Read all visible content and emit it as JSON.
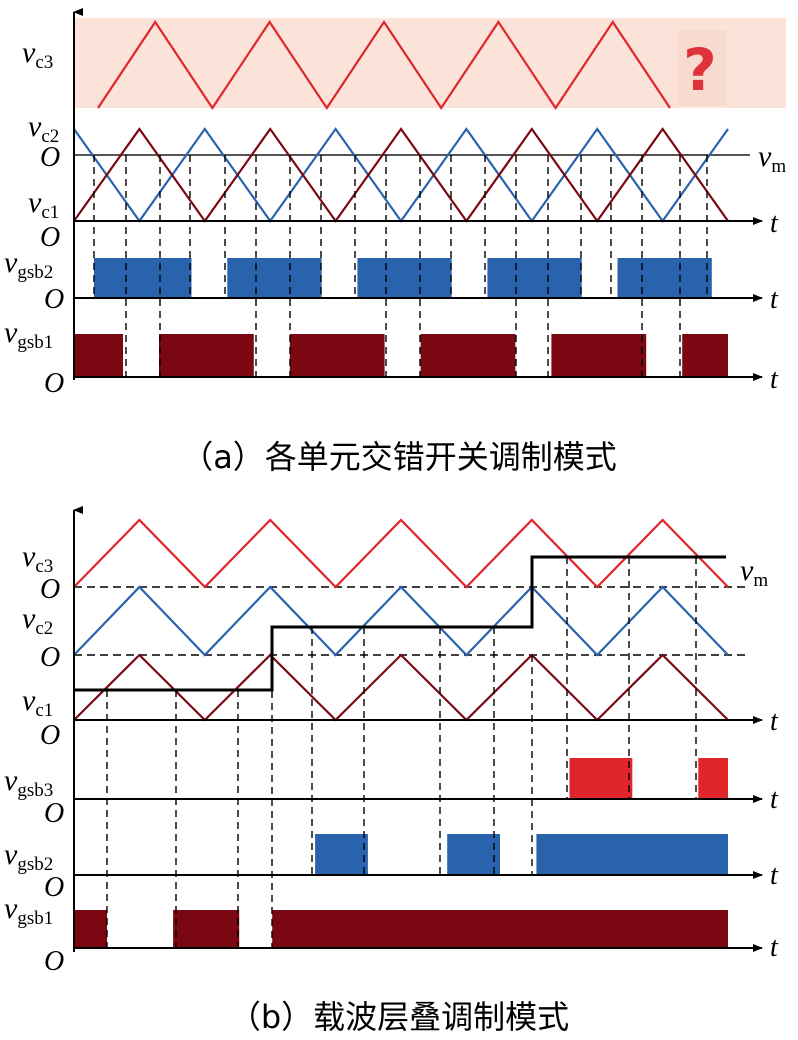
{
  "colors": {
    "red": "#e0262b",
    "blue": "#2a63ad",
    "darkred": "#7b0712",
    "black": "#000000",
    "highlight": "#fbe3da",
    "question": "#e0323a"
  },
  "panel_a": {
    "caption": "（a）各单元交错开关调制模式",
    "labels": {
      "vc3": {
        "v": "v",
        "sub": "c3"
      },
      "vc2": {
        "v": "v",
        "sub": "c2"
      },
      "vc1": {
        "v": "v",
        "sub": "c1"
      },
      "vm": {
        "v": "v",
        "sub": "m"
      },
      "vgsb2": {
        "v": "v",
        "sub": "gsb2"
      },
      "vgsb1": {
        "v": "v",
        "sub": "gsb1"
      },
      "origin": "O",
      "time": "t"
    },
    "question_mark": "?",
    "vgsb2_on_intervals": [
      [
        0.0,
        0.3
      ],
      [
        0.41,
        0.7
      ],
      [
        0.81,
        1.1
      ],
      [
        1.21,
        1.5
      ],
      [
        1.61,
        1.9
      ]
    ],
    "vgsb1_on_intervals": [
      [
        0.0,
        0.15
      ],
      [
        0.26,
        0.55
      ],
      [
        0.66,
        0.95
      ],
      [
        1.06,
        1.35
      ],
      [
        1.46,
        1.75
      ],
      [
        1.86,
        2.0
      ]
    ]
  },
  "panel_b": {
    "caption": "（b）载波层叠调制模式",
    "labels": {
      "vc3": {
        "v": "v",
        "sub": "c3"
      },
      "vc2": {
        "v": "v",
        "sub": "c2"
      },
      "vc1": {
        "v": "v",
        "sub": "c1"
      },
      "vm": {
        "v": "v",
        "sub": "m"
      },
      "vgsb3": {
        "v": "v",
        "sub": "gsb3"
      },
      "vgsb2": {
        "v": "v",
        "sub": "gsb2"
      },
      "vgsb1": {
        "v": "v",
        "sub": "gsb1"
      },
      "origin": "O",
      "time": "t"
    },
    "vm_steps": [
      {
        "from": 0.0,
        "to": 0.6,
        "level": 0.5
      },
      {
        "from": 0.6,
        "to": 1.4,
        "level": 1.45
      },
      {
        "from": 1.4,
        "to": 1.9,
        "level": 2.45
      }
    ],
    "vgsb3_on_intervals": [
      [
        1.5,
        1.69
      ],
      [
        1.89,
        1.98
      ]
    ],
    "vgsb2_on_intervals": [
      [
        0.73,
        0.89
      ],
      [
        1.13,
        1.29
      ],
      [
        1.4,
        1.98
      ]
    ],
    "vgsb1_on_intervals": [
      [
        0.0,
        0.1
      ],
      [
        0.3,
        0.5
      ],
      [
        0.6,
        1.98
      ]
    ]
  }
}
